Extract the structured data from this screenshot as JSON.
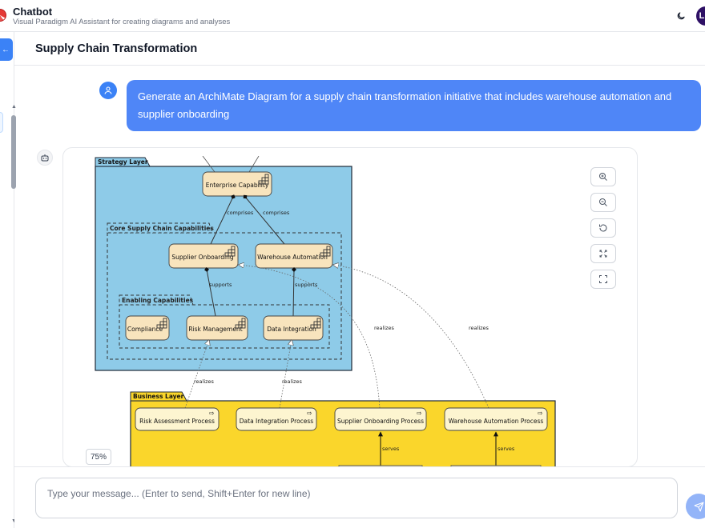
{
  "app": {
    "title": "Chatbot",
    "subtitle": "Visual Paradigm AI Assistant for creating diagrams and analyses",
    "user_initial": "L"
  },
  "conversation": {
    "title": "Supply Chain Transformation"
  },
  "user_message": {
    "text": "Generate an ArchiMate Diagram for a supply chain transformation initiative that includes warehouse automation and supplier onboarding"
  },
  "diagram": {
    "zoom_level": "75%",
    "strategy_layer": {
      "label": "Strategy Layer",
      "enterprise_capability": "Enterprise Capability",
      "core_group": "Core Supply Chain Capabilities",
      "supplier_onboarding": "Supplier Onboarding",
      "warehouse_automation": "Warehouse Automation",
      "enabling_group": "Enabling Capabilities",
      "compliance": "Compliance",
      "risk_management": "Risk Management",
      "data_integration": "Data Integration"
    },
    "business_layer": {
      "label": "Business Layer",
      "risk_assessment_process": "Risk Assessment Process",
      "data_integration_process": "Data Integration Process",
      "supplier_onboarding_process": "Supplier Onboarding Process",
      "warehouse_automation_process": "Warehouse Automation Process"
    },
    "relations": {
      "comprises": "comprises",
      "supports": "supports",
      "realizes": "realizes",
      "serves": "serves"
    }
  },
  "composer": {
    "placeholder": "Type your message... (Enter to send, Shift+Enter for new line)"
  },
  "colors": {
    "accent": "#3b82f6",
    "user_bubble": "#4f86f7",
    "strategy_bg": "#8ecbe8",
    "business_bg": "#fad62b",
    "element_fill": "#f8e4bd"
  }
}
